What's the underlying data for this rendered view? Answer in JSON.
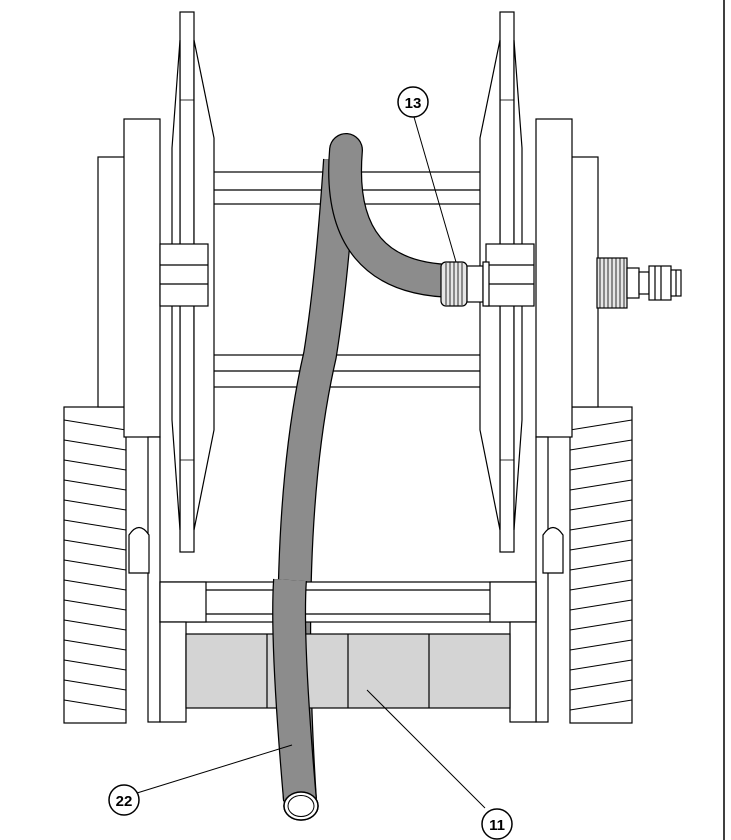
{
  "callouts": {
    "c13": "13",
    "c11": "11",
    "c22": "22"
  },
  "colors": {
    "hose": "#8c8c8c",
    "hose_dark": "#7a7a7a",
    "box": "#d4d4d4",
    "line": "#000000",
    "background": "#ffffff"
  }
}
